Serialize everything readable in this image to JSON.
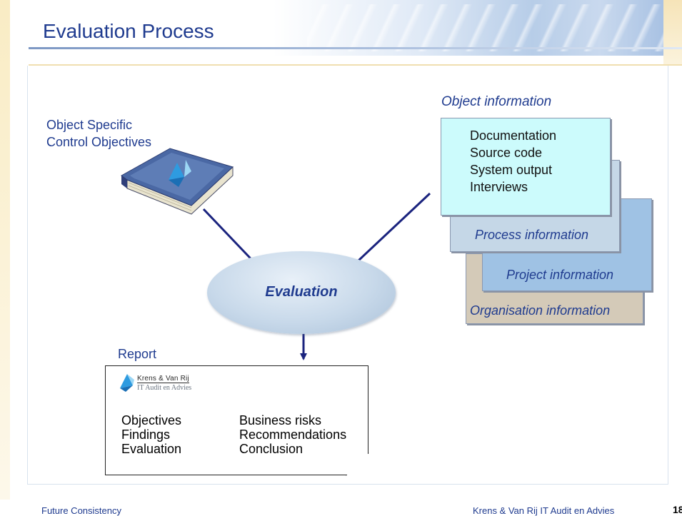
{
  "slide": {
    "title": "Evaluation Process"
  },
  "control_objectives": {
    "line1": "Object Specific",
    "line2": "Control Objectives"
  },
  "object_information": {
    "heading": "Object information",
    "documents": [
      "Documentation",
      "Source code",
      "System output",
      "Interviews"
    ],
    "process_label": "Process information",
    "project_label": "Project information",
    "organisation_label": "Organisation information"
  },
  "evaluation": {
    "label": "Evaluation"
  },
  "report": {
    "heading": "Report",
    "brand": "Krens & Van Rij",
    "brand_sub": "IT Audit en Advies",
    "left_items": [
      "Objectives",
      "Findings",
      "Evaluation"
    ],
    "right_items": [
      "Business risks",
      "Recommendations",
      "Conclusion"
    ]
  },
  "footer": {
    "left": "Future Consistency",
    "right": "Krens & Van Rij  IT Audit en Advies",
    "page": "18"
  },
  "colors": {
    "title_blue": "#1f3b8f",
    "arrow_navy": "#1a237e",
    "doc_card": "#ccfbfc",
    "process_card": "#c5d7e7",
    "project_card": "#9fc2e4",
    "organisation_card": "#d4cab8"
  },
  "icons": {
    "book": "book-icon",
    "logo": "krens-logo-icon"
  }
}
